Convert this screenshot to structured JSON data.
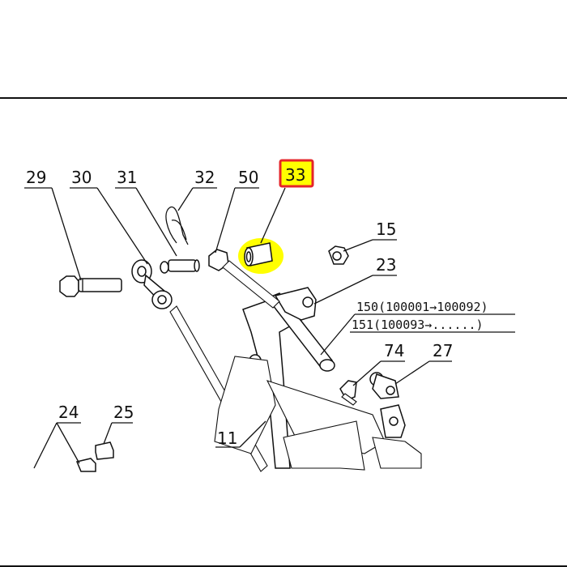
{
  "diagram": {
    "highlight_color": "#ffff00",
    "highlight_border_color": "#e5242a",
    "highlighted_part": "33",
    "labels": {
      "p29": "29",
      "p30": "30",
      "p31": "31",
      "p32": "32",
      "p50": "50",
      "p33": "33",
      "p15": "15",
      "p23": "23",
      "p150": "150(100001→100092)",
      "p151": "151(100093→......)",
      "p74": "74",
      "p27": "27",
      "p24": "24",
      "p25": "25",
      "p11": "11"
    }
  }
}
